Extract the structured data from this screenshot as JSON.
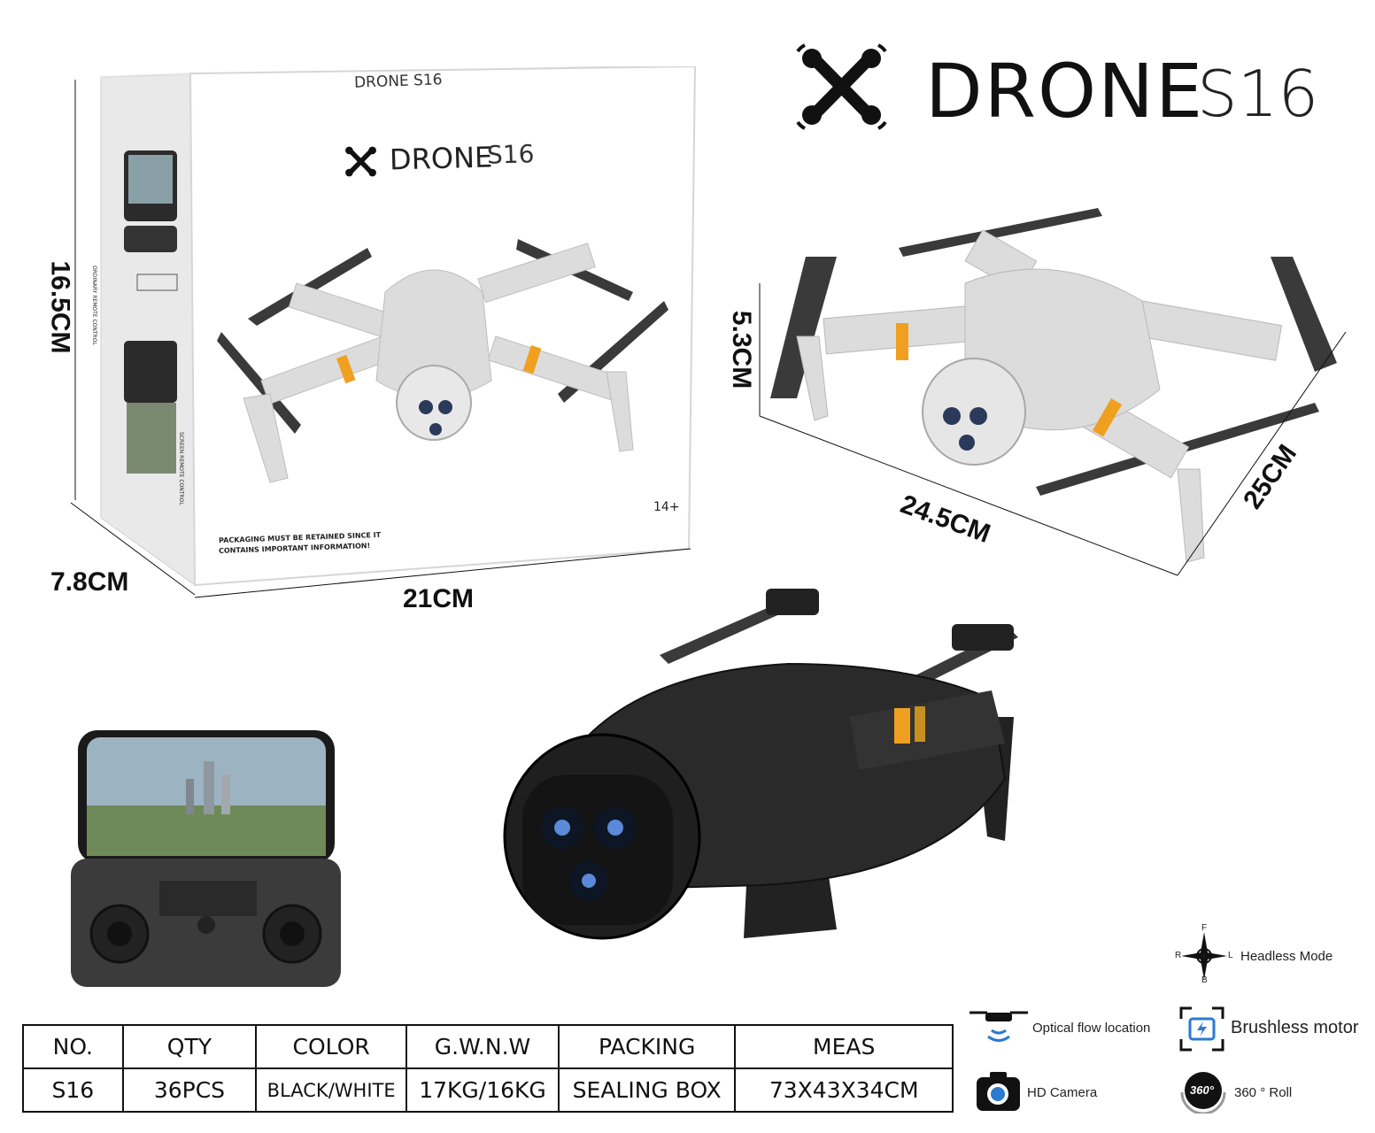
{
  "brand": {
    "name": "DRONE",
    "model": "S16"
  },
  "box": {
    "brand_name": "DRONE",
    "model": "S16",
    "top_brand": "DRONE S16",
    "notice_line1": "PACKAGING MUST BE RETAINED SINCE IT",
    "notice_line2": "CONTAINS IMPORTANT INFORMATION!",
    "age": "14+",
    "side_label1": "ORDINARY REMOTE CONTROL",
    "side_label2": "SCREEN REMOTE CONTROL"
  },
  "dimensions": {
    "box_height": "16.5CM",
    "box_depth": "7.8CM",
    "box_width": "21CM",
    "drone_height": "5.3CM",
    "drone_length": "24.5CM",
    "drone_width": "25CM"
  },
  "features": {
    "headless": "Headless Mode",
    "compass": {
      "f": "F",
      "b": "B",
      "r": "R",
      "l": "L"
    },
    "optical": "Optical flow location",
    "brushless": "Brushless motor",
    "camera": "HD Camera",
    "roll": "360 ° Roll",
    "roll_badge": "360°"
  },
  "spec_table": {
    "headers": [
      "NO.",
      "QTY",
      "COLOR",
      "G.W.N.W",
      "PACKING",
      "MEAS"
    ],
    "row": [
      "S16",
      "36PCS",
      "BLACK/WHITE",
      "17KG/16KG",
      "SEALING BOX",
      "73X43X34CM"
    ]
  },
  "colors": {
    "accent_orange": "#f0a020",
    "drone_white": "#e8e8e8",
    "drone_black": "#2a2a2a"
  }
}
